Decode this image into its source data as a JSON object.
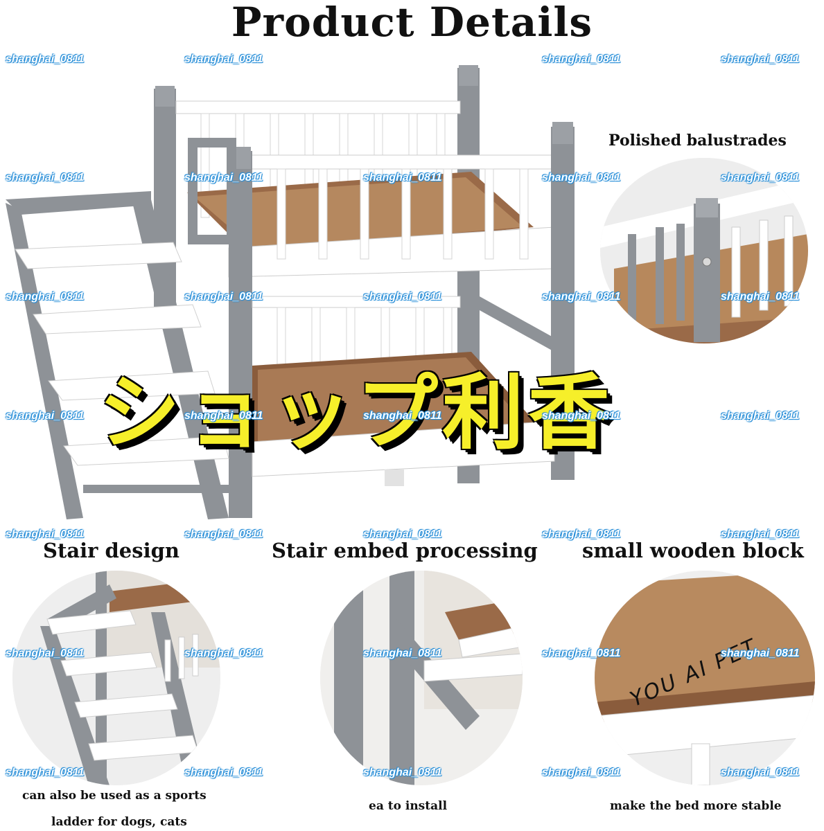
{
  "title": "Product Details",
  "overlay_text": "ショップ利香",
  "watermark": "shanghai_0811",
  "features": {
    "polished": "Polished balustrades",
    "stair_design": "Stair design",
    "stair_embed": "Stair embed processing",
    "wooden_block": "small wooden block"
  },
  "captions": {
    "stair_line1": "can also be used as a sports",
    "stair_line2": "ladder for dogs, cats",
    "embed": "ea to install",
    "block": "make the bed more stable"
  },
  "brand_print": "YOU AI PET",
  "colors": {
    "frame_gray": "#8e9297",
    "rail_white": "#ffffff",
    "mat_brown": "#9a6a48",
    "overlay_yellow": "#f6ef2a",
    "watermark_blue": "#2a8fd8"
  }
}
